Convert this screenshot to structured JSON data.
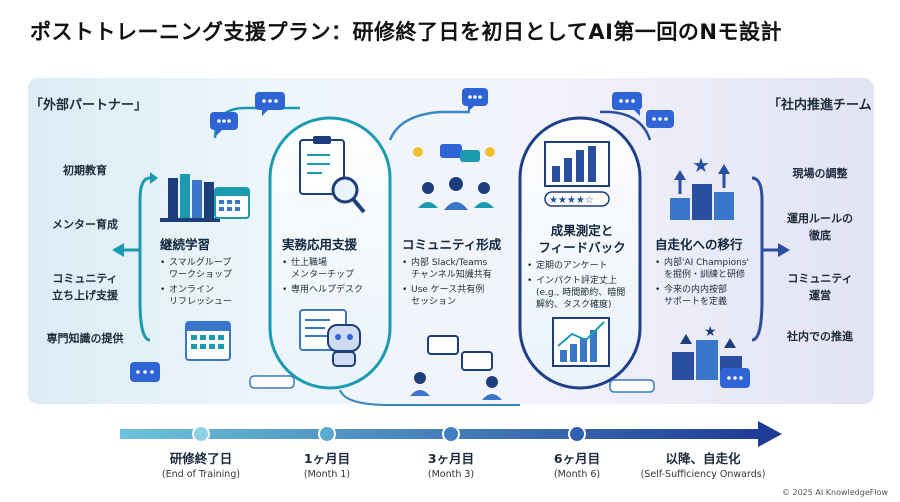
{
  "title": "ポストトレーニング支援プラン：研修終了日を初日としてAI第一回のNモ設計",
  "left_panel": {
    "title": "「外部パートナー」",
    "items": [
      "初期教育",
      "メンター育成",
      "コミュニティ\n立ち上げ支援",
      "専門知識の提供"
    ]
  },
  "right_panel": {
    "title": "「社内推進チーム",
    "items": [
      "現場の調整",
      "運用ルールの\n徹底",
      "コミュニティ\n運営",
      "社内での推進"
    ]
  },
  "stages": [
    {
      "heading": "継続学習",
      "bullets": [
        "スマルグループ\nワークショップ",
        "オンライン\nリフレッシュー"
      ]
    },
    {
      "heading": "実務応用支援",
      "bullets": [
        "仕上職場\nメンターチップ",
        "専用ヘルプデスク"
      ]
    },
    {
      "heading": "コミュニティ形成",
      "bullets": [
        "内部 Slack/Teams\nチャンネル知識共有",
        "Use ケース共有例\nセッション"
      ]
    },
    {
      "heading": "成果測定と\nフィードバック",
      "bullets": [
        "定期のアンケート",
        "インパクト評定丈上\n(e.g., 時間節約、暗閲\n解約、タスク確度)"
      ]
    },
    {
      "heading": "自走化への移行",
      "bullets": [
        "内部'AI Champions'\nを掘例・訓練と研修",
        "今来の内内按部\nサポートを定義"
      ]
    }
  ],
  "timeline": [
    {
      "label": "研修終了日",
      "sub": "(End of Training)"
    },
    {
      "label": "1ヶ月目",
      "sub": "(Month 1)"
    },
    {
      "label": "3ヶ月目",
      "sub": "(Month 3)"
    },
    {
      "label": "6ヶ月目",
      "sub": "(Month 6)"
    },
    {
      "label": "以降、自走化",
      "sub": "(Self-Sufficiency Onwards)"
    }
  ],
  "footer": "© 2025 AI KnowledgeFlow",
  "colors": {
    "teal": "#1a9bb0",
    "navy": "#1f3f8a",
    "blue": "#3a76c9",
    "chat": "#2f64d6"
  }
}
